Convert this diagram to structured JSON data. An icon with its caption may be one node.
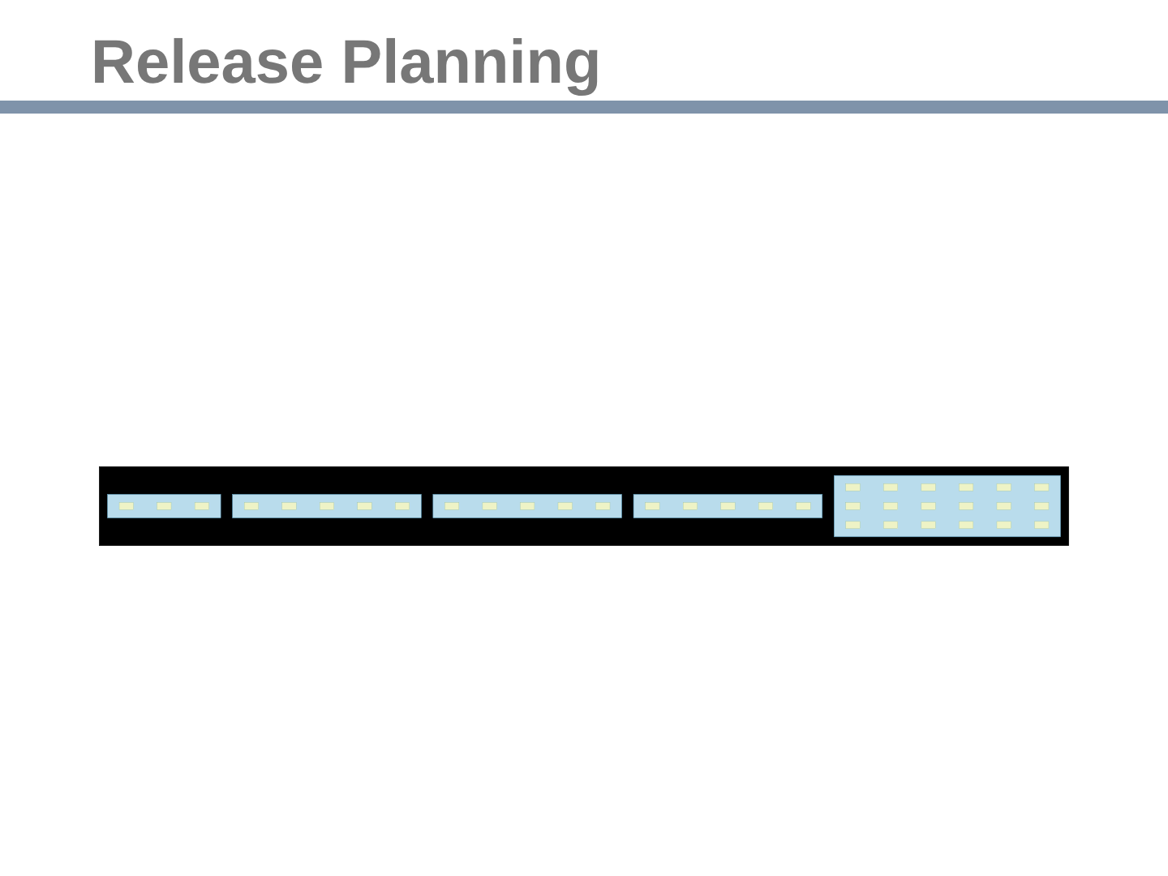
{
  "diagram": {
    "title": "Release Planning",
    "nodes": [
      {
        "text": [],
        "shape": "box"
      },
      {
        "text": [],
        "shape": "box",
        "in": 0
      },
      {
        "text": [],
        "shape": "box",
        "in": 1
      },
      {
        "text": [],
        "shape": "box",
        "in": 1
      },
      {
        "text": [],
        "shape": "box",
        "in": 1
      },
      {
        "text": [],
        "shape": "box",
        "in": 1
      },
      {
        "text": [],
        "shape": "box",
        "in": 1
      },
      {
        "text": [],
        "shape": "box",
        "in": 1
      },
      {
        "text": [],
        "shape": "box",
        "in": 1
      },
      {
        "text": [],
        "shape": "box",
        "in": 1
      },
      {
        "text": [],
        "shape": "box",
        "in": 1
      },
      {
        "text": [],
        "shape": "box",
        "in": 1
      },
      {
        "text": [],
        "shape": "box",
        "in": 1
      },
      {
        "text": [],
        "shape": "box",
        "in": 1
      },
      {
        "text": [],
        "shape": "box",
        "in": 1
      },
      {
        "text": [],
        "shape": "box",
        "in": 1
      },
      {
        "text": [],
        "shape": "box",
        "in": 1
      },
      {
        "text": [],
        "shape": "box",
        "in": 1
      },
      {
        "text": [],
        "shape": "box",
        "in": 1
      },
      {
        "text": [],
        "shape": "box",
        "in": 1
      },
      {
        "text": [],
        "shape": "box",
        "in": 0
      },
      {
        "text": [],
        "shape": "box",
        "in": 20
      },
      {
        "text": [],
        "shape": "box",
        "in": 20
      },
      {
        "text": [],
        "shape": "box",
        "in": 20
      },
      {
        "text": [],
        "shape": "box",
        "in": 20
      },
      {
        "text": [],
        "shape": "box",
        "in": 20
      },
      {
        "text": [],
        "shape": "box",
        "in": 0
      },
      {
        "text": [],
        "shape": "box",
        "in": 26
      },
      {
        "text": [],
        "shape": "box",
        "in": 26
      },
      {
        "text": [],
        "shape": "box",
        "in": 26
      },
      {
        "text": [],
        "shape": "box",
        "in": 26
      },
      {
        "text": [],
        "shape": "box",
        "in": 26
      },
      {
        "text": [],
        "shape": "box",
        "in": 0
      },
      {
        "text": [],
        "shape": "box",
        "in": 32
      },
      {
        "text": [],
        "shape": "box",
        "in": 32
      },
      {
        "text": [],
        "shape": "box",
        "in": 32
      },
      {
        "text": [],
        "shape": "box",
        "in": 32
      },
      {
        "text": [],
        "shape": "box",
        "in": 32
      },
      {
        "text": [],
        "shape": "box",
        "in": 0
      },
      {
        "text": [],
        "shape": "box",
        "in": 38
      },
      {
        "text": [],
        "shape": "box",
        "in": 38
      },
      {
        "text": [],
        "shape": "box",
        "in": 38
      }
    ],
    "edges": []
  }
}
